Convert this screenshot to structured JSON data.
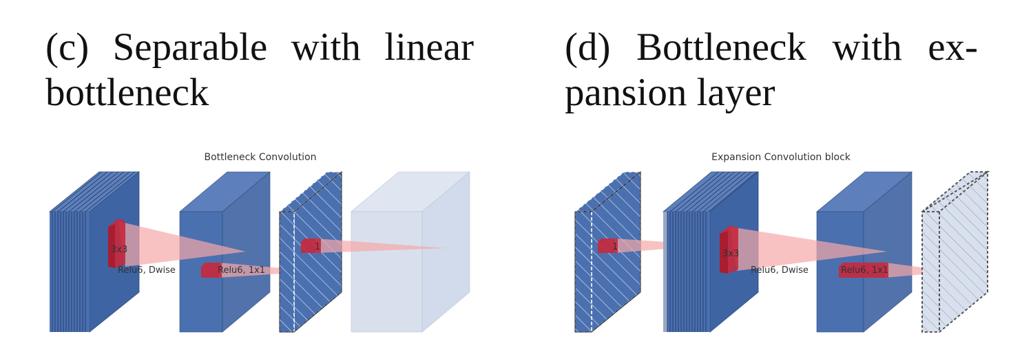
{
  "panel_c": {
    "caption": "(c) Separable with linear bottleneck",
    "title": "Bottleneck Convolution",
    "labels": {
      "kernel_3x3": "3x3",
      "dwise_op": "Relu6, Dwise",
      "pointwise_op": "Relu6, 1x1",
      "kernel_1": "1"
    }
  },
  "panel_d": {
    "caption": "(d) Bottleneck with ex- pansion layer",
    "title": "Expansion Convolution block",
    "labels": {
      "kernel_1": "1",
      "kernel_3x3": "3x3",
      "dwise_op": "Relu6, Dwise",
      "pointwise_op": "Relu6, 1x1"
    }
  },
  "colors": {
    "tensor_blue": "#4a70b0",
    "tensor_blue_side": "#3f64a4",
    "tensor_blue_top": "#5d80bc",
    "tensor_light": "#d8e0ee",
    "kernel_red": "#c8283c",
    "cone_pink": "#f7b3b3"
  }
}
